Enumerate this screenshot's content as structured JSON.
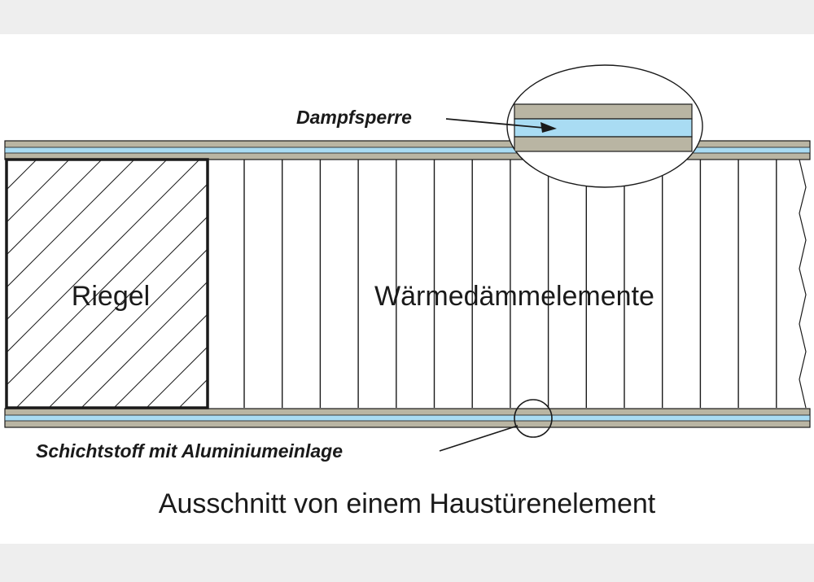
{
  "labels": {
    "riegel": "Riegel",
    "insulation": "Wärmedämmelemente",
    "vapor_barrier": "Dampfsperre",
    "laminate": "Schichtstoff mit Aluminiumeinlage",
    "caption": "Ausschnitt von einem Haustürenelement"
  },
  "colors": {
    "background_outer": "#eeeeee",
    "background_inner": "#ffffff",
    "laminate_gray": "#b9b5a3",
    "vapor_blue": "#a9dcf3",
    "line": "#1a1a1a"
  }
}
